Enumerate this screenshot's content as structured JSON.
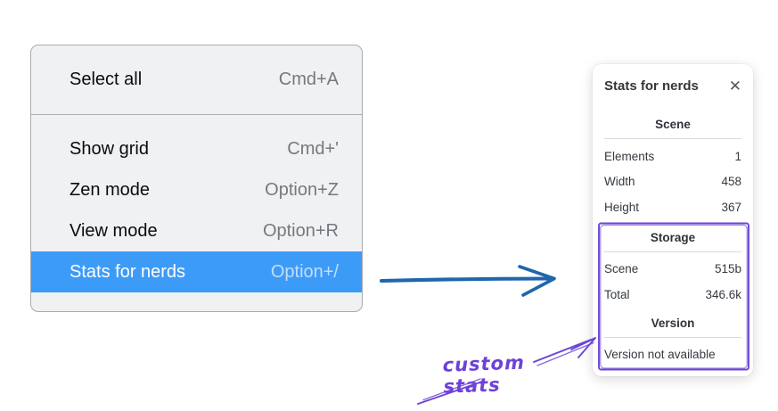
{
  "menu": {
    "sections": [
      {
        "items": [
          {
            "label": "Select all",
            "shortcut": "Cmd+A"
          }
        ]
      },
      {
        "items": [
          {
            "label": "Show grid",
            "shortcut": "Cmd+'"
          },
          {
            "label": "Zen mode",
            "shortcut": "Option+Z"
          },
          {
            "label": "View mode",
            "shortcut": "Option+R"
          },
          {
            "label": "Stats for nerds",
            "shortcut": "Option+/",
            "selected": true
          }
        ]
      }
    ]
  },
  "stats_panel": {
    "title": "Stats for nerds",
    "close_icon": "✕",
    "sections": [
      {
        "heading": "Scene",
        "rows": [
          {
            "label": "Elements",
            "value": "1"
          },
          {
            "label": "Width",
            "value": "458"
          },
          {
            "label": "Height",
            "value": "367"
          }
        ]
      },
      {
        "heading": "Storage",
        "rows": [
          {
            "label": "Scene",
            "value": "515b"
          },
          {
            "label": "Total",
            "value": "346.6k"
          }
        ]
      },
      {
        "heading": "Version",
        "note": "Version not available"
      }
    ]
  },
  "annotation": {
    "label": "custom stats"
  },
  "colors": {
    "menu_highlight": "#3d9bf8",
    "menu_background": "#f0f1f3",
    "arrow_blue": "#1f66ad",
    "annotation_purple": "#6d45d6"
  }
}
